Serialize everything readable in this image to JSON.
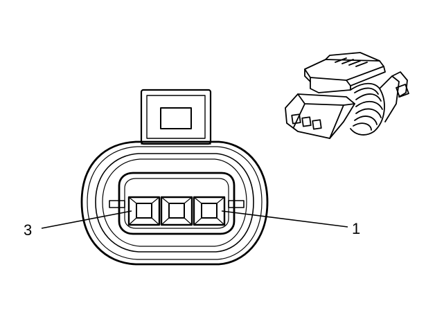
{
  "diagram": {
    "callouts": [
      {
        "id": "pin-3",
        "text": "3"
      },
      {
        "id": "pin-1",
        "text": "1"
      }
    ],
    "colors": {
      "ink": "#000000",
      "paper": "#ffffff"
    }
  }
}
